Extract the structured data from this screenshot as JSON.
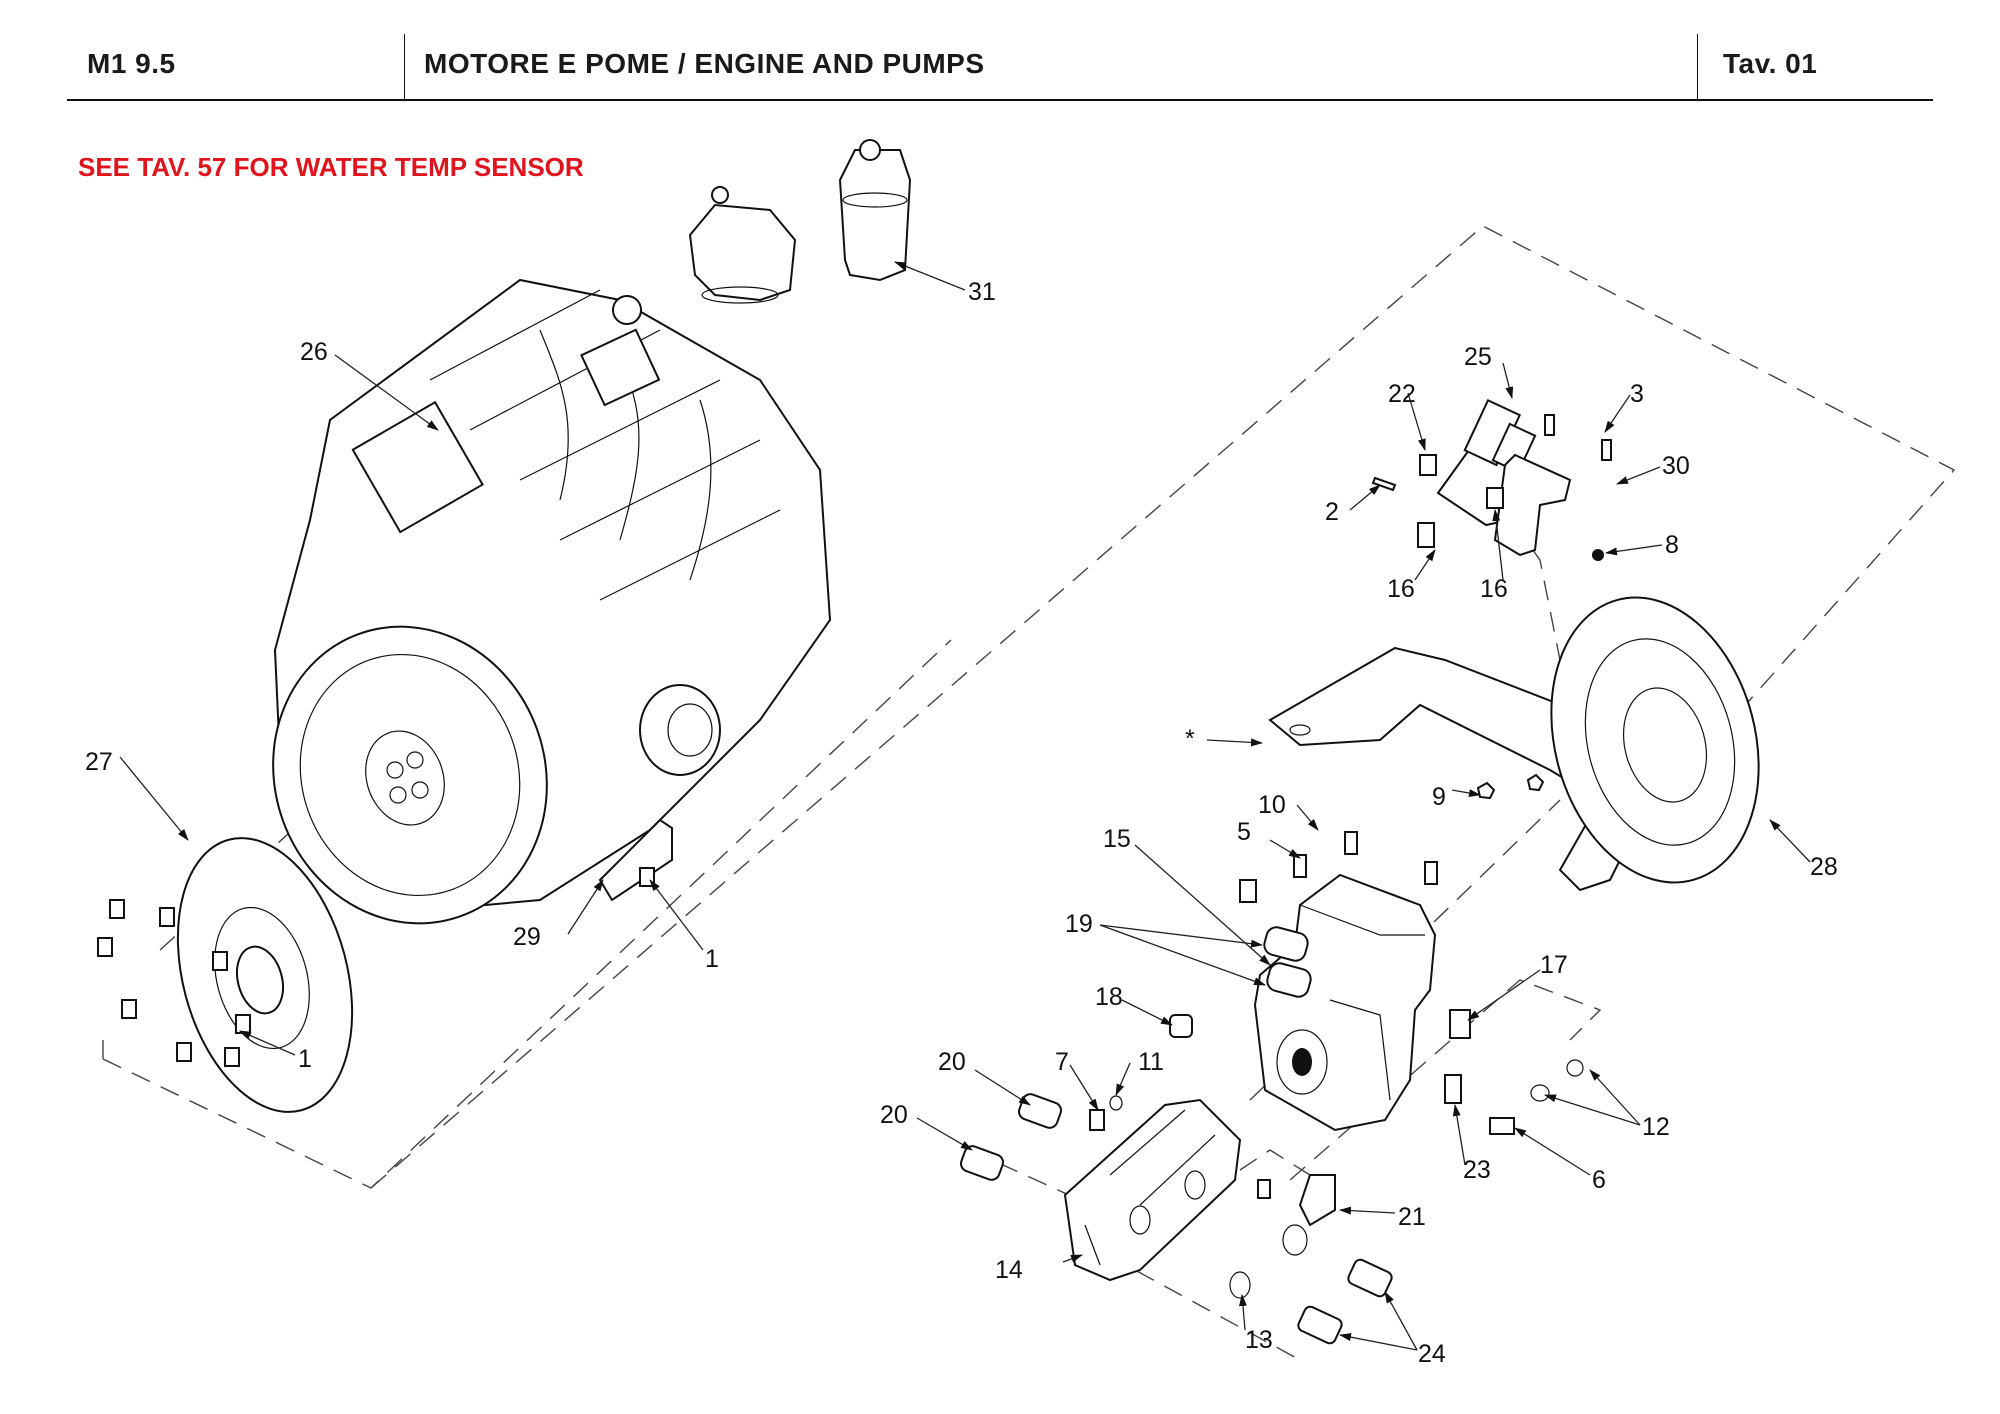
{
  "header": {
    "model_code": "M1 9.5",
    "title": "MOTORE E POME / ENGINE AND PUMPS",
    "table_ref": "Tav. 01"
  },
  "note": {
    "text": "SEE TAV. 57 FOR WATER TEMP SENSOR",
    "color": "#e0141c"
  },
  "assemblies": [
    {
      "name": "engine",
      "description": "Engine assembly (left)"
    },
    {
      "name": "fuel-filter",
      "description": "Fuel filter housings (top)"
    },
    {
      "name": "valve-block",
      "description": "Solenoid valve block with bracket (top right)"
    },
    {
      "name": "pump-mount-bracket",
      "description": "Pump mounting bracket and bell housing (right)"
    },
    {
      "name": "hydrostatic-pump",
      "description": "Hydrostatic pump (center right)"
    },
    {
      "name": "gear-pump",
      "description": "Gear pump (bottom center)"
    },
    {
      "name": "flex-coupling",
      "description": "Flexible drive coupling disc (bottom left)"
    }
  ],
  "callouts": [
    {
      "id": "c1a",
      "label": "1"
    },
    {
      "id": "c1b",
      "label": "1"
    },
    {
      "id": "c2",
      "label": "2"
    },
    {
      "id": "c3",
      "label": "3"
    },
    {
      "id": "c5",
      "label": "5"
    },
    {
      "id": "c6",
      "label": "6"
    },
    {
      "id": "c7",
      "label": "7"
    },
    {
      "id": "c8",
      "label": "8"
    },
    {
      "id": "c9",
      "label": "9"
    },
    {
      "id": "c10",
      "label": "10"
    },
    {
      "id": "c11",
      "label": "11"
    },
    {
      "id": "c12",
      "label": "12"
    },
    {
      "id": "c13",
      "label": "13"
    },
    {
      "id": "c14",
      "label": "14"
    },
    {
      "id": "c15",
      "label": "15"
    },
    {
      "id": "c16a",
      "label": "16"
    },
    {
      "id": "c16b",
      "label": "16"
    },
    {
      "id": "c17",
      "label": "17"
    },
    {
      "id": "c18",
      "label": "18"
    },
    {
      "id": "c19",
      "label": "19"
    },
    {
      "id": "c20a",
      "label": "20"
    },
    {
      "id": "c20b",
      "label": "20"
    },
    {
      "id": "c21",
      "label": "21"
    },
    {
      "id": "c22",
      "label": "22"
    },
    {
      "id": "c23",
      "label": "23"
    },
    {
      "id": "c24",
      "label": "24"
    },
    {
      "id": "c25",
      "label": "25"
    },
    {
      "id": "c26",
      "label": "26"
    },
    {
      "id": "c27",
      "label": "27"
    },
    {
      "id": "c28",
      "label": "28"
    },
    {
      "id": "c29",
      "label": "29"
    },
    {
      "id": "c30",
      "label": "30"
    },
    {
      "id": "c31",
      "label": "31"
    },
    {
      "id": "cstar",
      "label": "*"
    }
  ]
}
